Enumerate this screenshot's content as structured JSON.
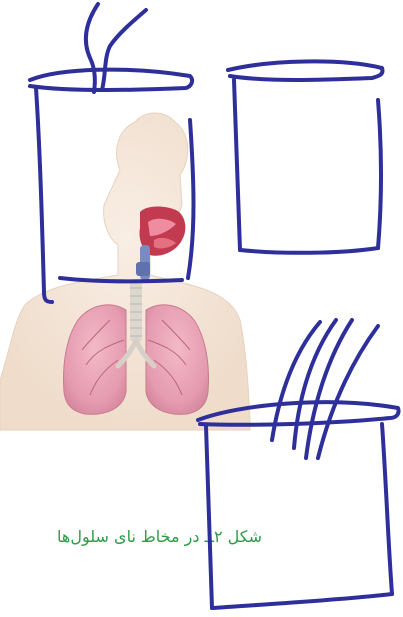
{
  "figure": {
    "caption": "شکل ۲ــ در مخاط نای سلول‌ها",
    "caption_color": "#2e9b47",
    "illustration": "human-respiratory-system"
  },
  "annotations": {
    "ink_color": "#2e2f9a",
    "shapes": [
      "open-beaker",
      "open-beaker",
      "open-beaker-with-strokes"
    ]
  }
}
